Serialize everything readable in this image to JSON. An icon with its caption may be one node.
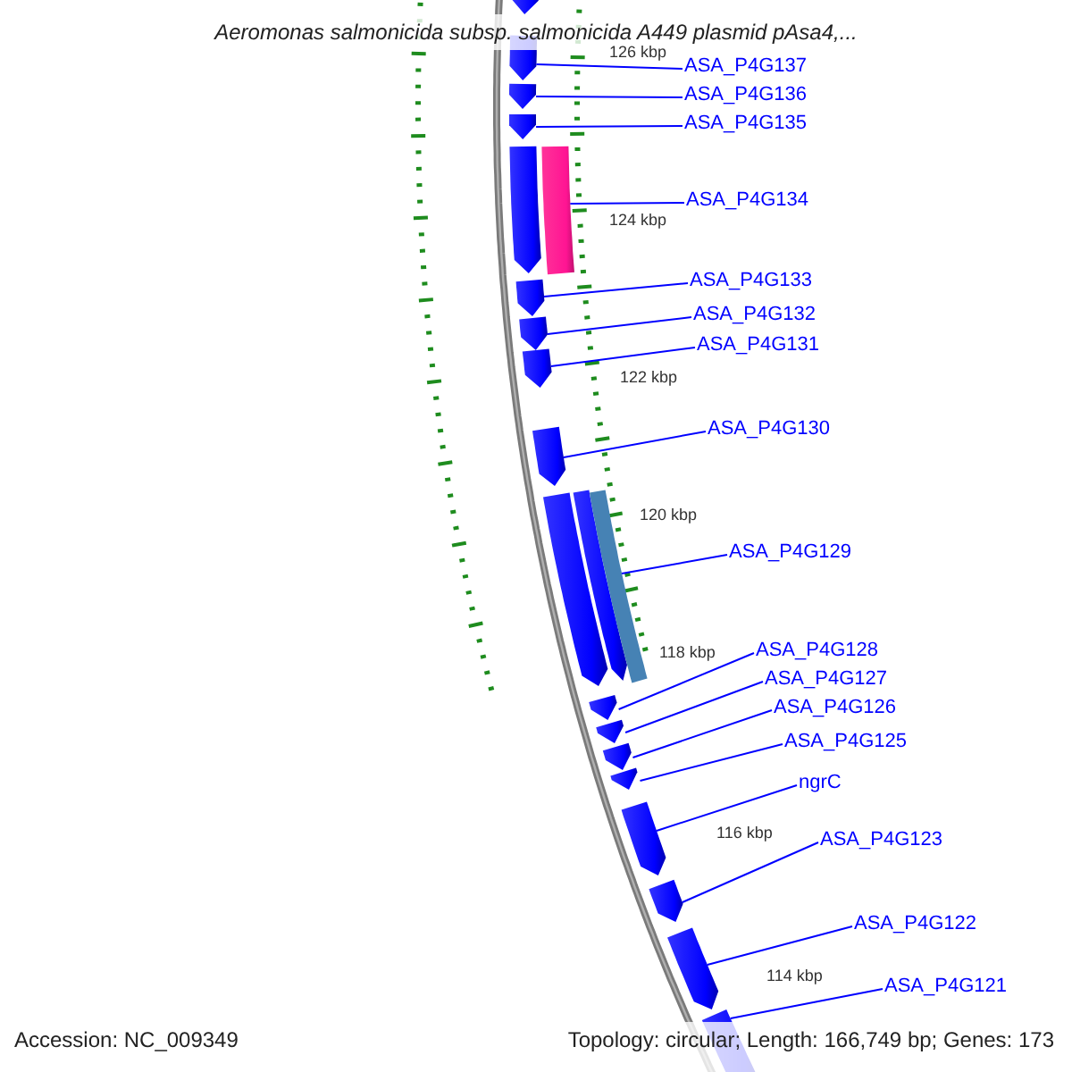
{
  "diagram": {
    "title": "Aeromonas salmonicida subsp. salmonicida A449 plasmid pAsa4,...",
    "nodes": [
      {
        "text": [
          "ASA_P4G137"
        ]
      },
      {
        "text": [
          "ASA_P4G136"
        ]
      },
      {
        "text": [
          "ASA_P4G135"
        ]
      },
      {
        "text": [
          "ASA_P4G134"
        ]
      },
      {
        "text": [
          "ASA_P4G133"
        ]
      },
      {
        "text": [
          "ASA_P4G132"
        ]
      },
      {
        "text": [
          "ASA_P4G131"
        ]
      },
      {
        "text": [
          "ASA_P4G130"
        ]
      },
      {
        "text": [
          "ASA_P4G129"
        ]
      },
      {
        "text": [
          "ASA_P4G128"
        ]
      },
      {
        "text": [
          "ASA_P4G127"
        ]
      },
      {
        "text": [
          "ASA_P4G126"
        ]
      },
      {
        "text": [
          "ASA_P4G125"
        ]
      },
      {
        "text": [
          "ngrC"
        ]
      },
      {
        "text": [
          "ASA_P4G123"
        ]
      },
      {
        "text": [
          "ASA_P4G122"
        ]
      },
      {
        "text": [
          "ASA_P4G121"
        ]
      },
      {
        "text": [],
        "shape": "pentagon"
      },
      {
        "text": [],
        "shape": "pentagon"
      },
      {
        "text": [],
        "shape": "pentagon"
      },
      {
        "text": [],
        "shape": "pentagon"
      },
      {
        "text": [],
        "shape": "pentagon"
      },
      {
        "text": [],
        "shape": "bar"
      },
      {
        "text": [],
        "shape": "pentagon"
      },
      {
        "text": [],
        "shape": "pentagon"
      },
      {
        "text": [],
        "shape": "pentagon"
      },
      {
        "text": [],
        "shape": "pentagon"
      },
      {
        "text": [],
        "shape": "pentagon"
      },
      {
        "text": [],
        "shape": "pentagon"
      },
      {
        "text": [],
        "shape": "bar"
      },
      {
        "text": [],
        "shape": "pentagon"
      },
      {
        "text": [],
        "shape": "pentagon"
      },
      {
        "text": [],
        "shape": "pentagon"
      },
      {
        "text": [],
        "shape": "pentagon"
      },
      {
        "text": [],
        "shape": "pentagon"
      },
      {
        "text": [],
        "shape": "pentagon"
      },
      {
        "text": [],
        "shape": "pentagon"
      },
      {
        "text": [],
        "shape": "pentagon"
      }
    ],
    "edges": [
      {
        "from": 0,
        "to": 18,
        "arrow": "none"
      },
      {
        "from": 1,
        "to": 19,
        "arrow": "none"
      },
      {
        "from": 2,
        "to": 20,
        "arrow": "none"
      },
      {
        "from": 3,
        "to": 22,
        "arrow": "none"
      },
      {
        "from": 4,
        "to": 23,
        "arrow": "none"
      },
      {
        "from": 5,
        "to": 24,
        "arrow": "none"
      },
      {
        "from": 6,
        "to": 25,
        "arrow": "none"
      },
      {
        "from": 7,
        "to": 26,
        "arrow": "none"
      },
      {
        "from": 8,
        "to": 29,
        "arrow": "none"
      },
      {
        "from": 9,
        "to": 30,
        "arrow": "none"
      },
      {
        "from": 10,
        "to": 31,
        "arrow": "none"
      },
      {
        "from": 11,
        "to": 32,
        "arrow": "none"
      },
      {
        "from": 12,
        "to": 33,
        "arrow": "none"
      },
      {
        "from": 13,
        "to": 34,
        "arrow": "none"
      },
      {
        "from": 14,
        "to": 35,
        "arrow": "none"
      },
      {
        "from": 15,
        "to": 36,
        "arrow": "none"
      },
      {
        "from": 16,
        "to": 37,
        "arrow": "none"
      }
    ],
    "labels": [
      "126 kbp",
      "124 kbp",
      "122 kbp",
      "120 kbp",
      "118 kbp",
      "116 kbp",
      "114 kbp",
      "Accession: NC_009349",
      "Topology: circular; Length: 166,749 bp; Genes: 173"
    ]
  }
}
